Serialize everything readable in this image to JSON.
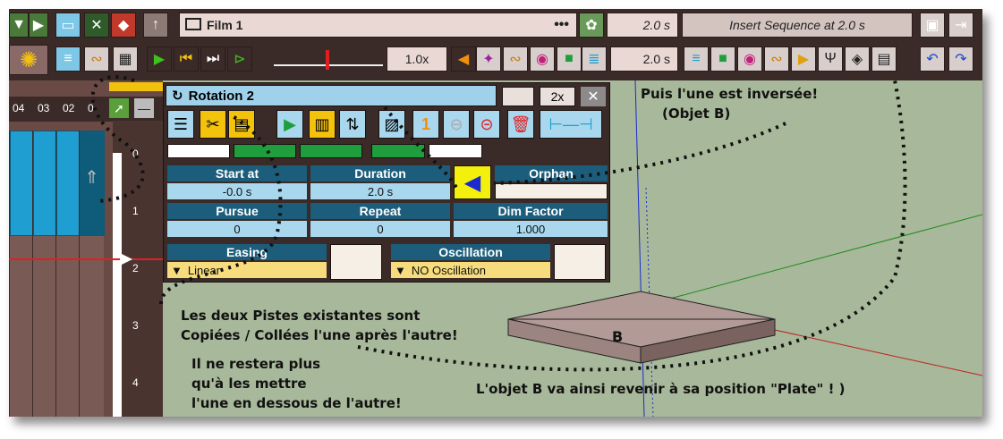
{
  "toolbar_top": {
    "film_label": "Film 1",
    "film_dots": "•••",
    "time_value_1": "2.0 s",
    "insert_label": "Insert Sequence at 2.0 s"
  },
  "toolbar_second": {
    "speed_label": "1.0x",
    "time_value_2": "2.0 s"
  },
  "timeline": {
    "track_labels": [
      "04",
      "03",
      "02",
      "0"
    ],
    "ruler_labels": [
      "0",
      "1",
      "2",
      "3",
      "4"
    ]
  },
  "panel": {
    "title": "Rotation 2",
    "zoom_label": "2x",
    "start_at": {
      "label": "Start at",
      "value": "-0.0 s"
    },
    "duration": {
      "label": "Duration",
      "value": "2.0 s"
    },
    "orphan": {
      "label": "Orphan"
    },
    "pursue": {
      "label": "Pursue",
      "value": "0"
    },
    "repeat": {
      "label": "Repeat",
      "value": "0"
    },
    "dim_factor": {
      "label": "Dim Factor",
      "value": "1.000"
    },
    "easing": {
      "label": "Easing",
      "value": "Linear"
    },
    "oscillation": {
      "label": "Oscillation",
      "value": "NO Oscillation"
    }
  },
  "viewport": {
    "object_label": "B"
  },
  "annotations": {
    "puis_line1": "Puis l'une est inversée!",
    "puis_line2": "(Objet B)",
    "copies_line1": "Les deux Pistes existantes sont",
    "copies_line2": "Copiées / Collées l'une après l'autre!",
    "rest_line1": "Il ne restera plus",
    "rest_line2": "qu'à les mettre",
    "rest_line3": "l'une en dessous de l'autre!",
    "objet_b": "L'objet B va ainsi revenir à sa position \"Plate\" ! )"
  },
  "colors": {
    "panel_header": "#1c5d7b",
    "panel_value": "#a8d7ee",
    "easing_dropdown": "#f6dc7c",
    "viewport": "#a8b89a",
    "timeline_clip": "#1e9ed1"
  }
}
